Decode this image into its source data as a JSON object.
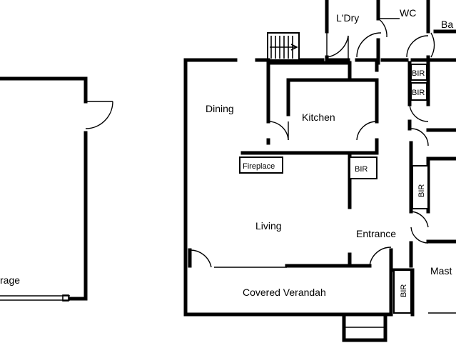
{
  "rooms": {
    "dining": "Dining",
    "kitchen": "Kitchen",
    "laundry": "L'Dry",
    "wc": "WC",
    "bath": "Ba",
    "living": "Living",
    "entrance": "Entrance",
    "verandah": "Covered Verandah",
    "master": "Mast",
    "garage": "rage",
    "fireplace": "Fireplace"
  },
  "robes": {
    "bir_1": "BIR",
    "bir_2": "BIR",
    "bir_3": "BIR",
    "bir_4": "BIR",
    "bir_5": "BIR"
  }
}
